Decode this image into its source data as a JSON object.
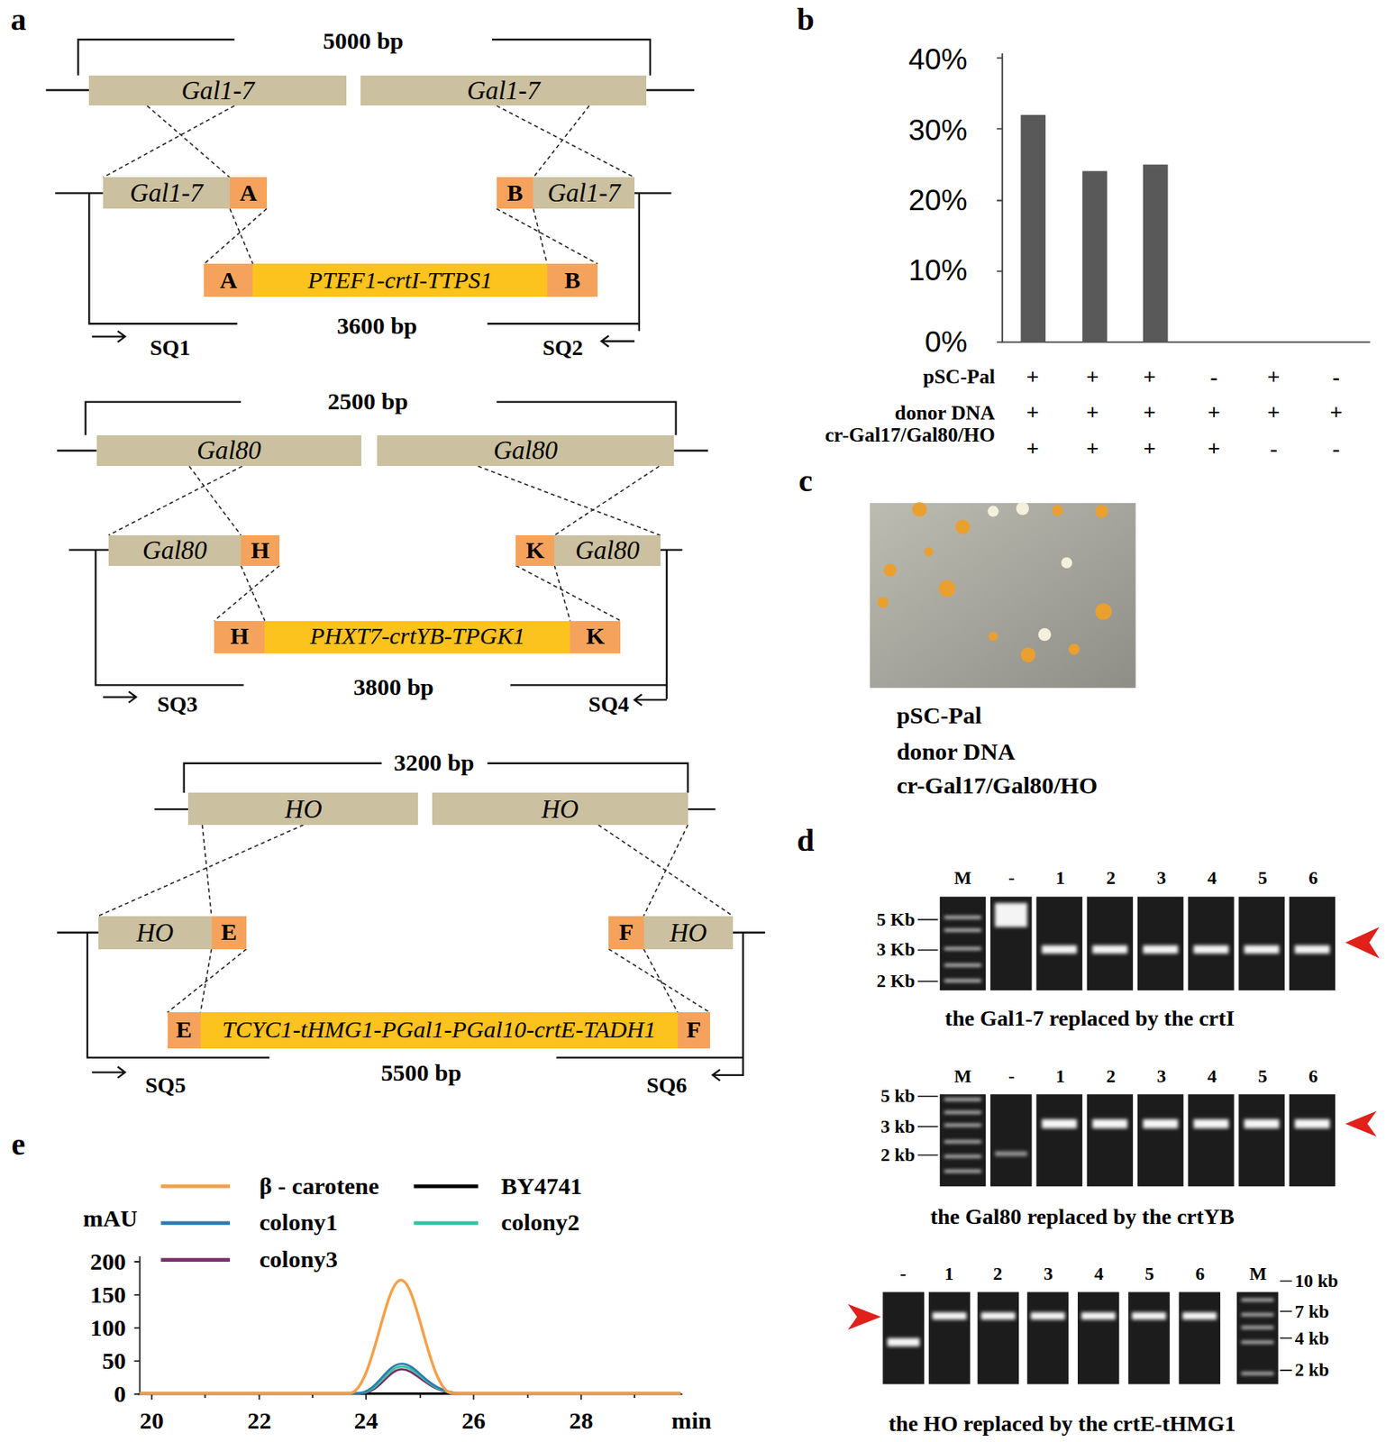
{
  "diagram": {
    "nodes": [
      {
        "text": [
          "Gal1-7"
        ]
      },
      {
        "text": [
          "Gal1-7"
        ]
      },
      {
        "text": [
          "Gal1-7"
        ]
      },
      {
        "text": [
          "A"
        ]
      },
      {
        "text": [
          "B"
        ]
      },
      {
        "text": [
          "Gal1-7"
        ]
      },
      {
        "text": [
          "A"
        ]
      },
      {
        "text": [
          "PTEF1-crtI-TTPS1"
        ]
      },
      {
        "text": [
          "B"
        ]
      },
      {
        "text": [
          "Gal80"
        ]
      },
      {
        "text": [
          "Gal80"
        ]
      },
      {
        "text": [
          "Gal80"
        ]
      },
      {
        "text": [
          "H"
        ]
      },
      {
        "text": [
          "K"
        ]
      },
      {
        "text": [
          "Gal80"
        ]
      },
      {
        "text": [
          "H"
        ]
      },
      {
        "text": [
          "PHXT7-crtYB-TPGK1"
        ]
      },
      {
        "text": [
          "K"
        ]
      },
      {
        "text": [
          "HO"
        ]
      },
      {
        "text": [
          "HO"
        ]
      },
      {
        "text": [
          "HO"
        ]
      },
      {
        "text": [
          "E"
        ]
      },
      {
        "text": [
          "F"
        ]
      },
      {
        "text": [
          "HO"
        ]
      },
      {
        "text": [
          "E"
        ]
      },
      {
        "text": [
          "TCYC1-tHMG1-PGal1-PGal10-crtE-TADH1"
        ]
      },
      {
        "text": [
          "F"
        ]
      }
    ],
    "edges": [
      {
        "from": 0,
        "to": 2,
        "arrow": "none"
      },
      {
        "from": 0,
        "to": 2,
        "arrow": "none"
      },
      {
        "from": 1,
        "to": 5,
        "arrow": "none"
      },
      {
        "from": 1,
        "to": 5,
        "arrow": "none"
      },
      {
        "from": 3,
        "to": 6,
        "arrow": "none"
      },
      {
        "from": 3,
        "to": 6,
        "arrow": "none"
      },
      {
        "from": 4,
        "to": 8,
        "arrow": "none"
      },
      {
        "from": 4,
        "to": 8,
        "arrow": "none"
      },
      {
        "from": 9,
        "to": 11,
        "arrow": "none"
      },
      {
        "from": 9,
        "to": 11,
        "arrow": "none"
      },
      {
        "from": 10,
        "to": 14,
        "arrow": "none"
      },
      {
        "from": 10,
        "to": 14,
        "arrow": "none"
      },
      {
        "from": 12,
        "to": 15,
        "arrow": "none"
      },
      {
        "from": 12,
        "to": 15,
        "arrow": "none"
      },
      {
        "from": 13,
        "to": 17,
        "arrow": "none"
      },
      {
        "from": 13,
        "to": 17,
        "arrow": "none"
      },
      {
        "from": 18,
        "to": 20,
        "arrow": "none"
      },
      {
        "from": 18,
        "to": 20,
        "arrow": "none"
      },
      {
        "from": 19,
        "to": 23,
        "arrow": "none"
      },
      {
        "from": 19,
        "to": 23,
        "arrow": "none"
      },
      {
        "from": 21,
        "to": 24,
        "arrow": "none"
      },
      {
        "from": 21,
        "to": 24,
        "arrow": "none"
      },
      {
        "from": 22,
        "to": 26,
        "arrow": "none"
      },
      {
        "from": 22,
        "to": 26,
        "arrow": "none"
      }
    ],
    "labels": [
      "a",
      "5000 bp",
      "3600 bp",
      "SQ1",
      "SQ2",
      "2500 bp",
      "3800 bp",
      "SQ3",
      "SQ4",
      "3200 bp",
      "5500 bp",
      "SQ5",
      "SQ6",
      "b",
      "40%",
      "30%",
      "20%",
      "10%",
      "0%",
      "pSC-Pal",
      "+",
      "+",
      "+",
      "-",
      "+",
      "-",
      "donor DNA",
      "+",
      "+",
      "+",
      "+",
      "+",
      "+",
      "cr-Gal17/Gal80/HO",
      "+",
      "+",
      "+",
      "+",
      "-",
      "-",
      "c",
      "pSC-Pal",
      "donor DNA",
      "cr-Gal17/Gal80/HO",
      "d",
      "M",
      "-",
      "1",
      "2",
      "3",
      "4",
      "5",
      "6",
      "5 Kb",
      "3 Kb",
      "2 Kb",
      "the Gal1-7 replaced by the crtI",
      "M",
      "-",
      "1",
      "2",
      "3",
      "4",
      "5",
      "6",
      "5 kb",
      "3 kb",
      "2 kb",
      "the Gal80 replaced by the crtYB",
      "-",
      "1",
      "2",
      "3",
      "4",
      "5",
      "6",
      "M",
      "10 kb",
      "7 kb",
      "4 kb",
      "2 kb",
      "the HO replaced by the crtE-tHMG1",
      "e",
      "mAU",
      "200",
      "150",
      "100",
      "50",
      "0",
      "20",
      "22",
      "24",
      "26",
      "28",
      "min"
    ],
    "legend": [
      {
        "text": "β - carotene"
      },
      {
        "text": "BY4741"
      },
      {
        "text": "colony1"
      },
      {
        "text": "colony2"
      },
      {
        "text": "colony3"
      }
    ]
  }
}
